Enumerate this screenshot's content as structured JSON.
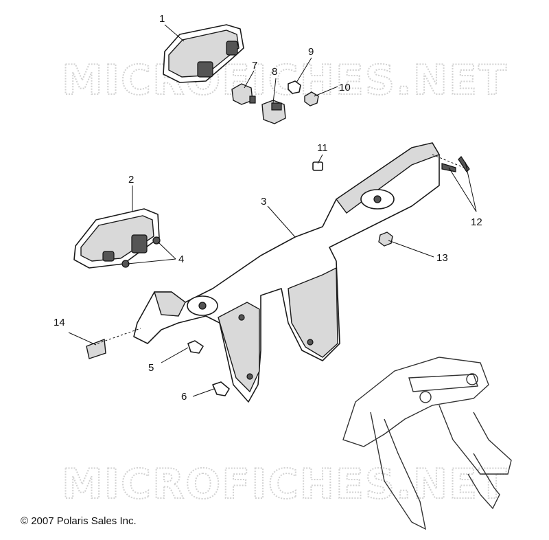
{
  "watermark": "MICROFICHES.NET",
  "copyright": "© 2007 Polaris Sales Inc.",
  "callouts": [
    "1",
    "2",
    "3",
    "4",
    "5",
    "6",
    "7",
    "8",
    "9",
    "10",
    "11",
    "12",
    "13",
    "14"
  ]
}
